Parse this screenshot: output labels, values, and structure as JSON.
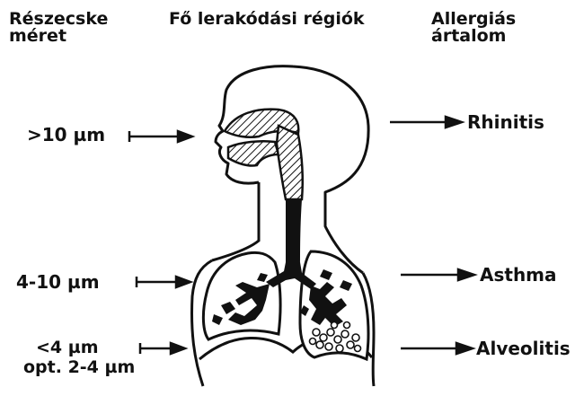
{
  "headers": {
    "particle_size": [
      "Részecske",
      "méret"
    ],
    "deposition": "Fő lerakódási régiók",
    "harm": [
      "Allergiás",
      "ártalom"
    ]
  },
  "sizes": {
    "large": ">10 µm",
    "medium": "4-10 µm",
    "small": "<4 µm",
    "optimal": "opt. 2-4 µm"
  },
  "effects": {
    "upper": "Rhinitis",
    "middle": "Asthma",
    "lower": "Alveolitis"
  }
}
